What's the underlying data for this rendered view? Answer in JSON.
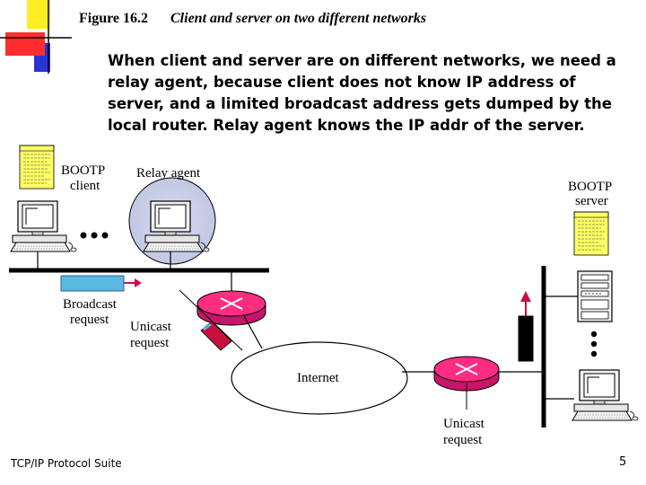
{
  "header": {
    "figure_number": "Figure 16.2",
    "figure_title": "Client and server on two different networks"
  },
  "body_text": "When client and server are on different networks, we need a relay agent, because client does not know IP address of server, and a limited broadcast address gets dumped by the local router.  Relay agent knows the IP addr of the server.",
  "diagram": {
    "bootp_client_label_1": "BOOTP",
    "bootp_client_label_2": "client",
    "relay_agent_label": "Relay agent",
    "bootp_server_label_1": "BOOTP",
    "bootp_server_label_2": "server",
    "broadcast_request_label_1": "Broadcast",
    "broadcast_request_label_2": "request",
    "unicast_request_left_1": "Unicast",
    "unicast_request_left_2": "request",
    "internet_label": "Internet",
    "unicast_request_right_1": "Unicast",
    "unicast_request_right_2": "request"
  },
  "colors": {
    "accent_red": "#ff2d2d",
    "accent_blue": "#2a35d6",
    "accent_yellow": "#ffee22",
    "router_pink": "#ff2d82",
    "packet_cyan": "#5bb8e0",
    "note_yellow": "#ffff66"
  },
  "footer": {
    "source": "TCP/IP Protocol Suite",
    "page_number": "5"
  }
}
